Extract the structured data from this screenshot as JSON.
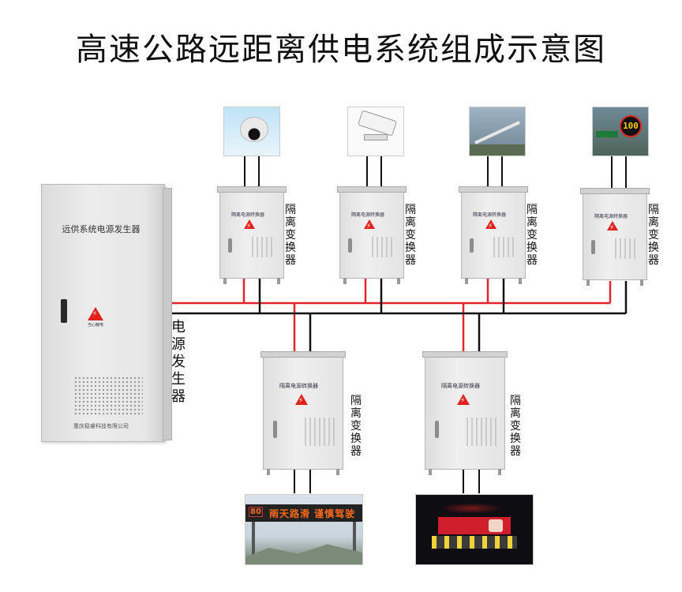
{
  "title": "高速公路远距离供电系统组成示意图",
  "generator": {
    "panel_label": "远供系统电源发生器",
    "warning_text": "当心触电",
    "maker": "重庆稳睿科技有限公司",
    "side_label": "电源发生器"
  },
  "converters": [
    {
      "plate": "隔离电源转换器",
      "side_label": "隔离变换器",
      "device": "dome-camera-icon"
    },
    {
      "plate": "隔离电源转换器",
      "side_label": "隔离变换器",
      "device": "bullet-camera-icon"
    },
    {
      "plate": "隔离电源转换器",
      "side_label": "隔离变换器",
      "device": "pole-camera-icon"
    },
    {
      "plate": "隔离电源转换器",
      "side_label": "隔离变换器",
      "device": "speed-sign-icon"
    },
    {
      "plate": "隔离电源转换器",
      "side_label": "隔离变换器",
      "device": "vms-gantry-icon"
    },
    {
      "plate": "隔离电源转换器",
      "side_label": "隔离变换器",
      "device": "billboard-plaza-icon"
    }
  ],
  "devices": {
    "speed_limit": "100",
    "vms_number": "80",
    "vms_message": "雨天路滑 谨慎驾驶"
  },
  "wire_colors": {
    "live": "#e1262b",
    "neutral": "#111111"
  }
}
